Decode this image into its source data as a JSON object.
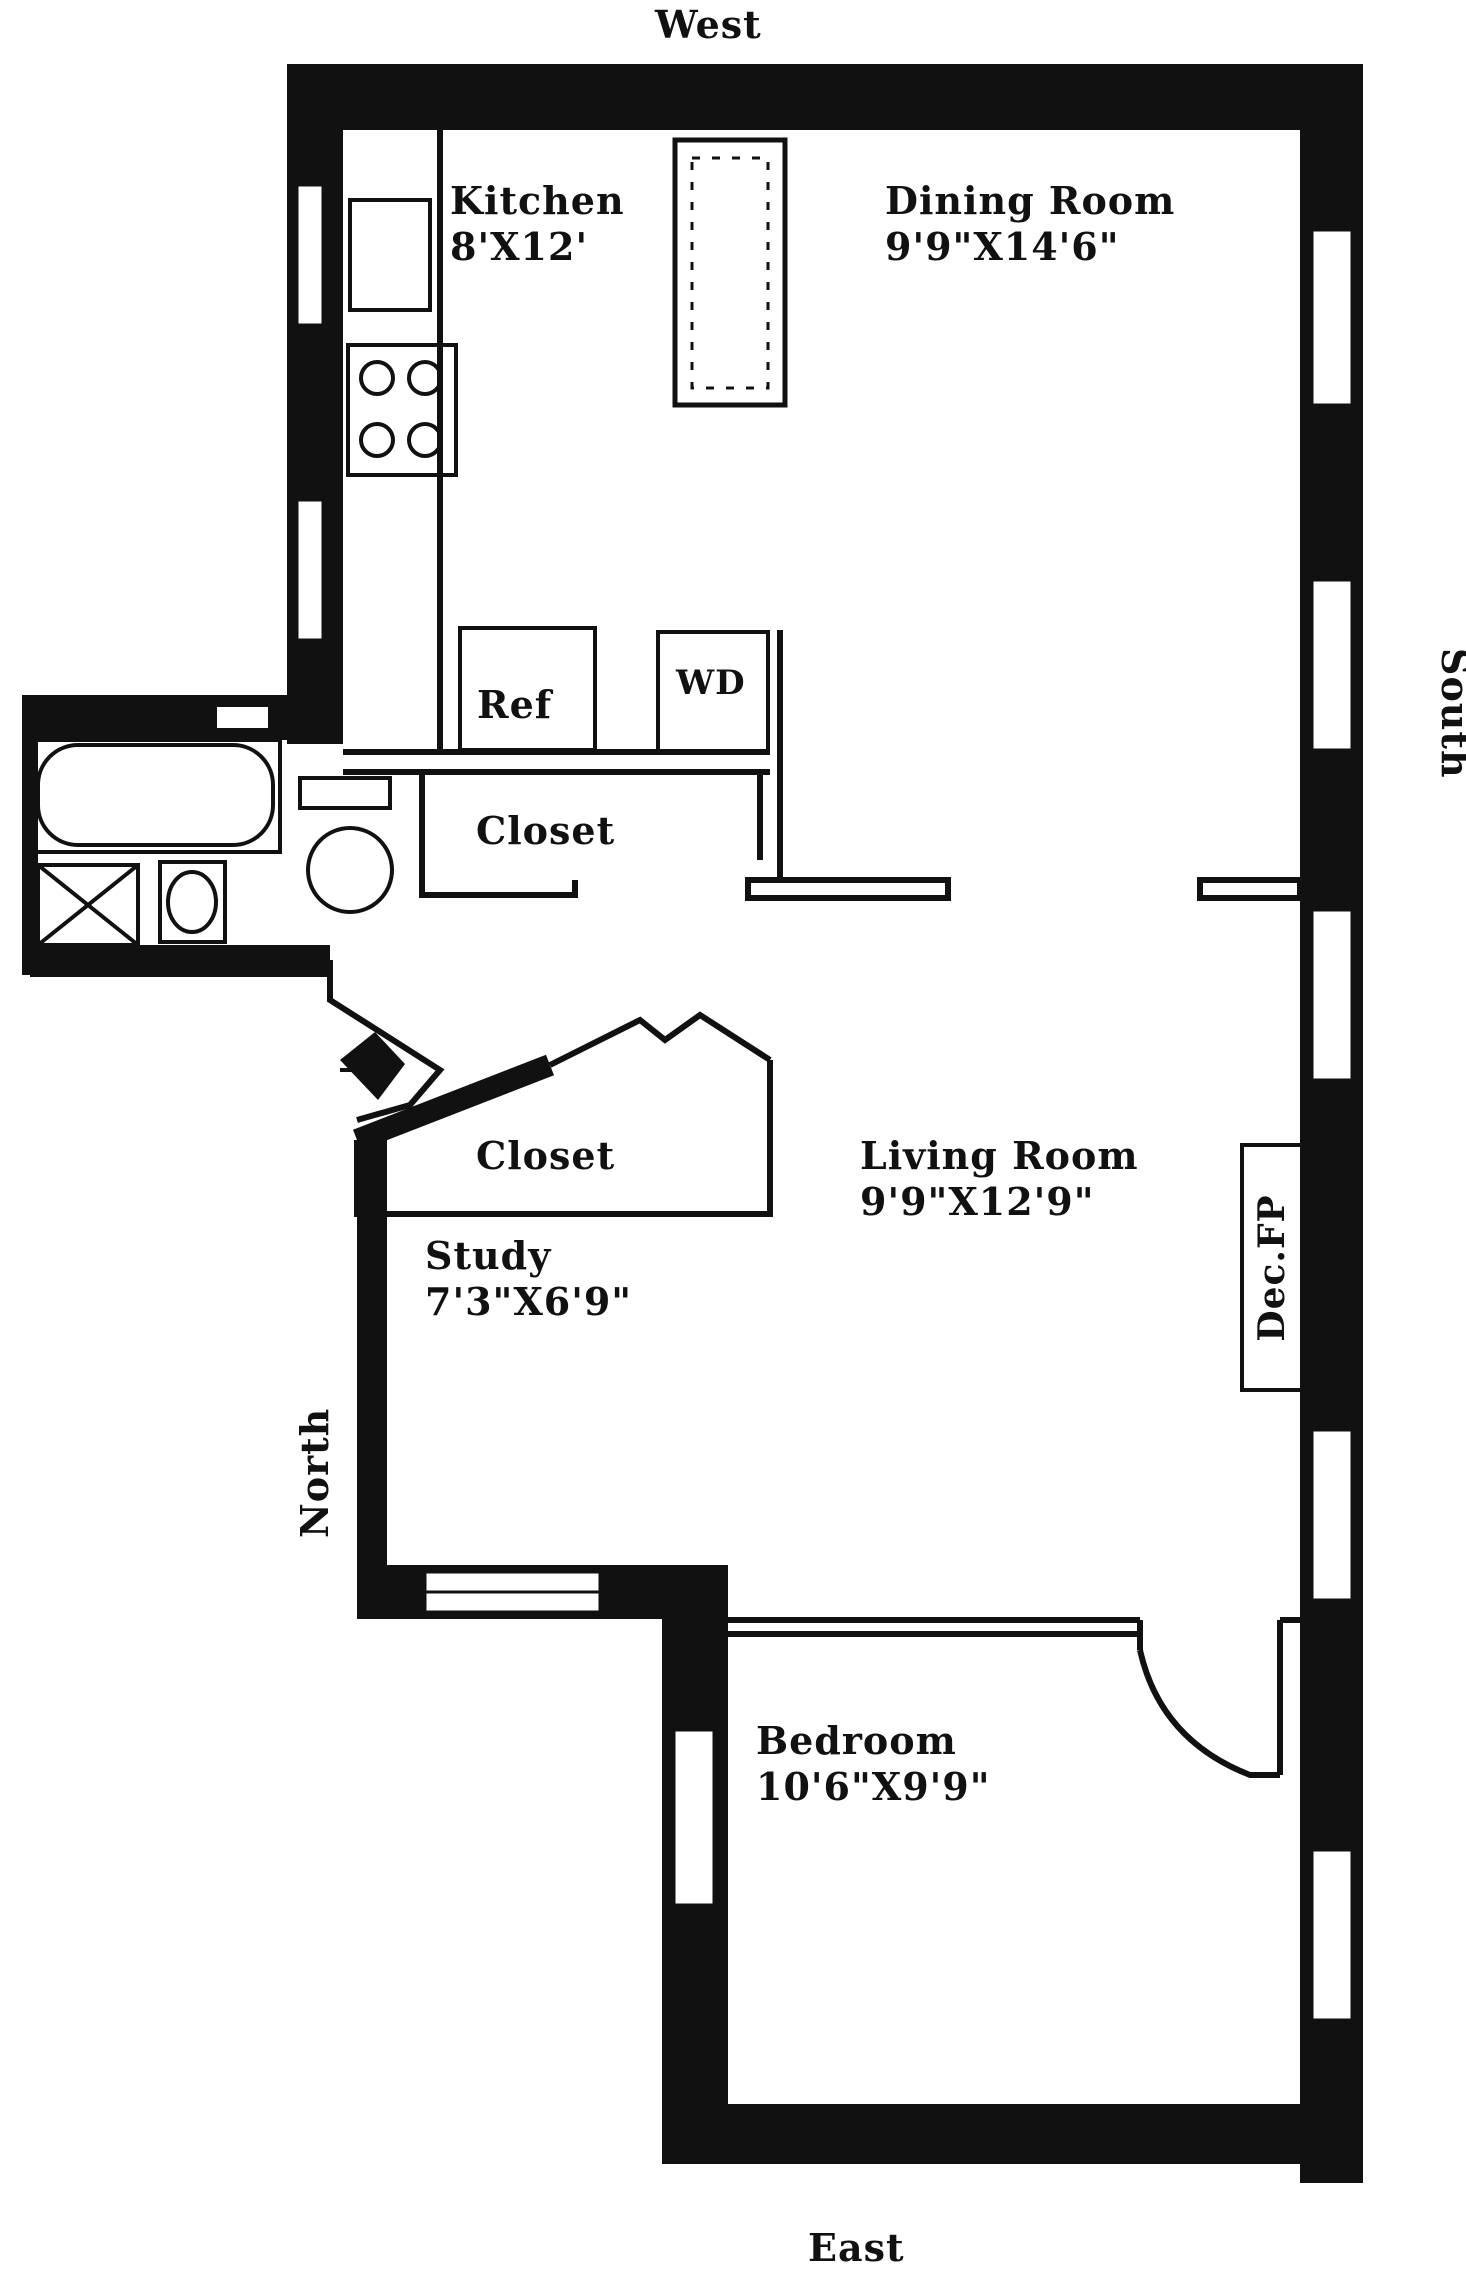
{
  "compass": {
    "west": "West",
    "east": "East",
    "south": "South",
    "north": "North"
  },
  "rooms": {
    "kitchen": {
      "name": "Kitchen",
      "size": "8'X12'"
    },
    "dining_room": {
      "name": "Dining Room",
      "size": "9'9\"X14'6\""
    },
    "living_room": {
      "name": "Living Room",
      "size": "9'9\"X12'9\""
    },
    "study": {
      "name": "Study",
      "size": "7'3\"X6'9\""
    },
    "bedroom": {
      "name": "Bedroom",
      "size": "10'6\"X9'9\""
    }
  },
  "fixtures": {
    "refrigerator": "Ref",
    "washer_dryer": "WD",
    "hall_closet": "Closet",
    "study_closet": "Closet",
    "fireplace": "Dec.FP"
  },
  "colors": {
    "wall": "#111111",
    "background": "#ffffff"
  }
}
